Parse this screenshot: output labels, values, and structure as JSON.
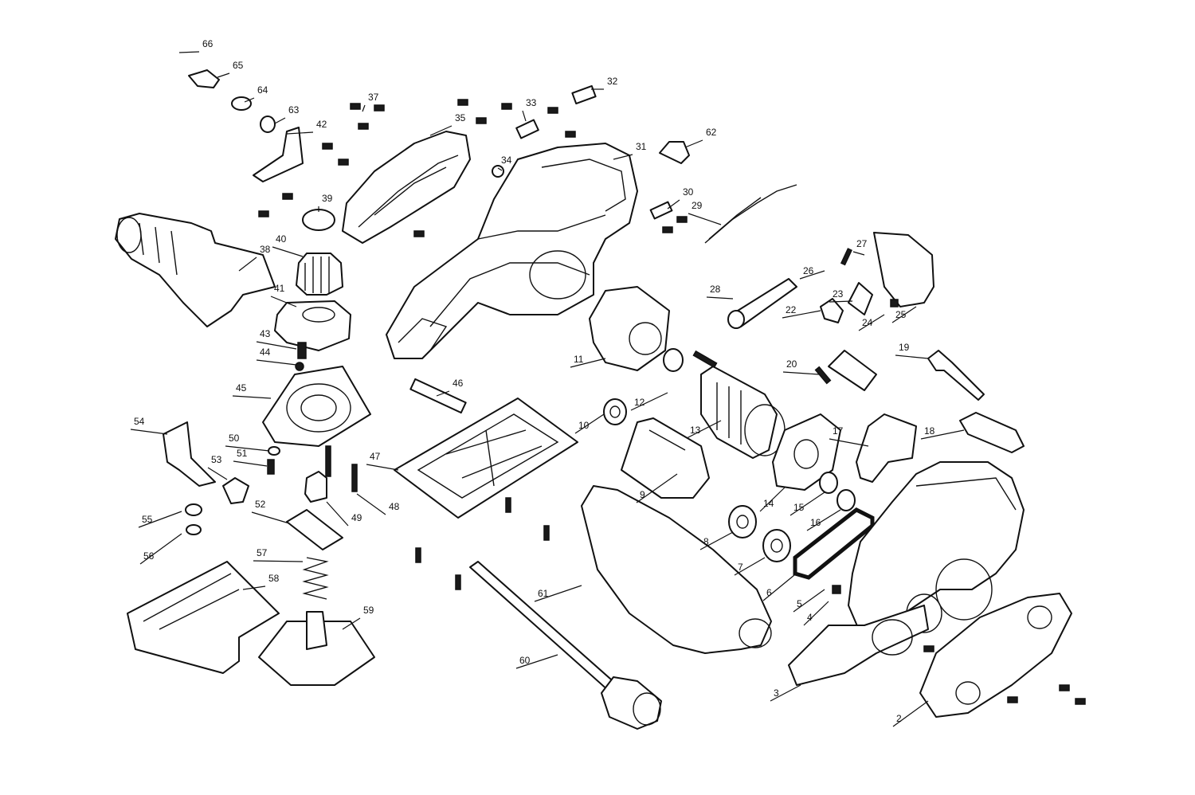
{
  "diagram": {
    "callouts": [
      "2",
      "3",
      "4",
      "5",
      "6",
      "7",
      "8",
      "9",
      "10",
      "11",
      "12",
      "13",
      "14",
      "15",
      "16",
      "17",
      "18",
      "19",
      "20",
      "22",
      "23",
      "24",
      "25",
      "26",
      "27",
      "28",
      "29",
      "30",
      "31",
      "32",
      "33",
      "34",
      "35",
      "37",
      "38",
      "39",
      "40",
      "41",
      "42",
      "43",
      "44",
      "45",
      "46",
      "47",
      "48",
      "49",
      "50",
      "51",
      "52",
      "53",
      "54",
      "55",
      "56",
      "57",
      "58",
      "59",
      "60",
      "61",
      "62",
      "63",
      "64",
      "65",
      "66"
    ]
  },
  "colors": {
    "line": "#111111",
    "background": "#ffffff"
  }
}
